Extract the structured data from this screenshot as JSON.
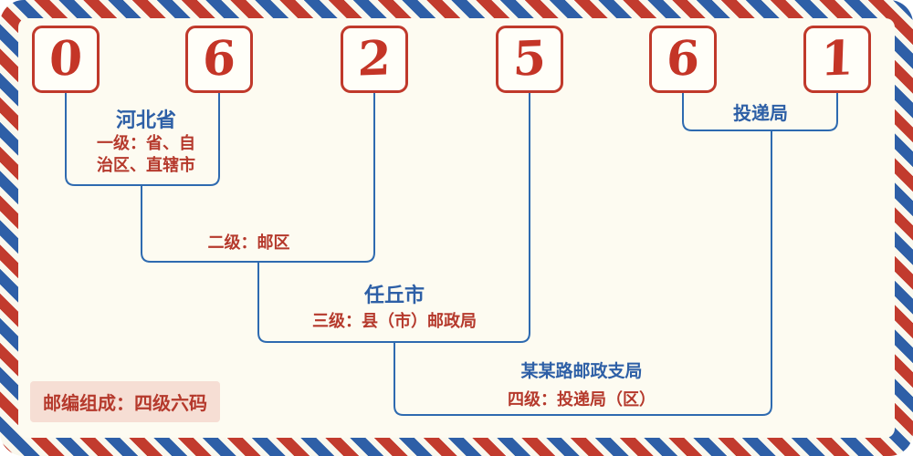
{
  "postal_code": {
    "digits": [
      "0",
      "6",
      "2",
      "5",
      "6",
      "1"
    ]
  },
  "labels": {
    "level1_name": "河北省",
    "level1_desc_line1": "一级：省、自",
    "level1_desc_line2": "治区、直辖市",
    "level2_desc": "二级：邮区",
    "level3_name": "任丘市",
    "level3_desc": "三级：县（市）邮政局",
    "level4_name": "某某路邮政支局",
    "level4_desc": "四级：投递局（区）",
    "delivery_office": "投递局",
    "composition": "邮编组成：四级六码"
  },
  "colors": {
    "digit_red": "#c43527",
    "box_border_red": "#c0392b",
    "text_red": "#b5392c",
    "text_blue": "#2d5fa6",
    "line_blue": "#2e6ab0",
    "stripe_red": "#c23b2e",
    "stripe_blue": "#2e5fa7",
    "background": "#fdfbf1",
    "tag_background": "#f6ded4"
  }
}
